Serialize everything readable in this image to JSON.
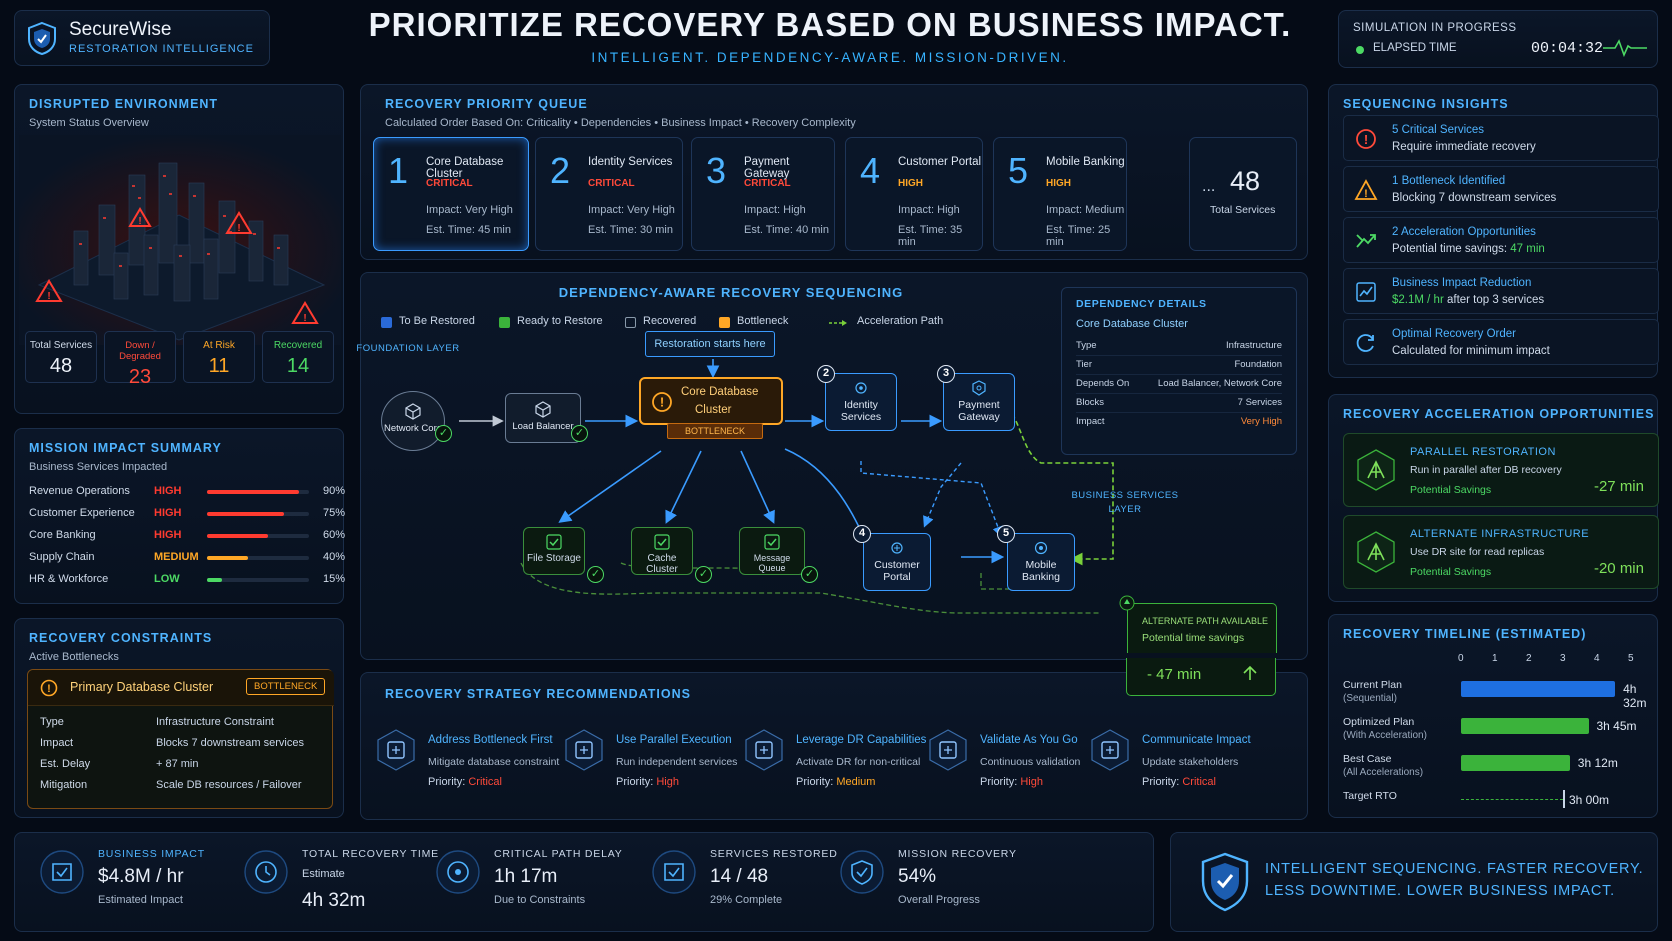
{
  "brand": {
    "name": "SecureWise",
    "tagline": "RESTORATION INTELLIGENCE"
  },
  "header": {
    "title": "PRIORITIZE RECOVERY BASED ON BUSINESS IMPACT.",
    "subtitle": "INTELLIGENT. DEPENDENCY-AWARE. MISSION-DRIVEN."
  },
  "simulation": {
    "status": "SIMULATION IN PROGRESS",
    "elapsed_label": "ELAPSED TIME",
    "elapsed": "00:04:32"
  },
  "disrupted": {
    "title": "DISRUPTED ENVIRONMENT",
    "subtitle": "System Status Overview",
    "stats": [
      {
        "label": "Total Services",
        "value": "48"
      },
      {
        "label": "Down / Degraded",
        "value": "23"
      },
      {
        "label": "At Risk",
        "value": "11"
      },
      {
        "label": "Recovered",
        "value": "14"
      }
    ]
  },
  "mission": {
    "title": "MISSION IMPACT SUMMARY",
    "subtitle": "Business Services Impacted",
    "rows": [
      {
        "name": "Revenue Operations",
        "level": "HIGH",
        "pct": "90%",
        "value": 0.9,
        "color": "#ff3b30"
      },
      {
        "name": "Customer Experience",
        "level": "HIGH",
        "pct": "75%",
        "value": 0.75,
        "color": "#ff3b30"
      },
      {
        "name": "Core Banking",
        "level": "HIGH",
        "pct": "60%",
        "value": 0.6,
        "color": "#ff3b30"
      },
      {
        "name": "Supply Chain",
        "level": "MEDIUM",
        "pct": "40%",
        "value": 0.4,
        "color": "#ffa726"
      },
      {
        "name": "HR & Workforce",
        "level": "LOW",
        "pct": "15%",
        "value": 0.15,
        "color": "#4cd964"
      }
    ]
  },
  "constraints": {
    "title": "RECOVERY CONSTRAINTS",
    "subtitle": "Active Bottlenecks",
    "item": "Primary Database Cluster",
    "badge": "BOTTLENECK",
    "rows": [
      {
        "k": "Type",
        "v": "Infrastructure Constraint"
      },
      {
        "k": "Impact",
        "v": "Blocks 7 downstream services"
      },
      {
        "k": "Est. Delay",
        "v": "+ 87 min"
      },
      {
        "k": "Mitigation",
        "v": "Scale DB resources / Failover"
      }
    ]
  },
  "queue": {
    "title": "RECOVERY PRIORITY QUEUE",
    "subtitle": "Calculated Order Based On: Criticality • Dependencies • Business Impact • Recovery Complexity",
    "items": [
      {
        "n": "1",
        "name": "Core Database Cluster",
        "level": "CRITICAL",
        "impact": "Impact: Very High",
        "time": "Est. Time: 45 min"
      },
      {
        "n": "2",
        "name": "Identity Services",
        "level": "CRITICAL",
        "impact": "Impact: Very High",
        "time": "Est. Time: 30 min"
      },
      {
        "n": "3",
        "name": "Payment Gateway",
        "level": "CRITICAL",
        "impact": "Impact: High",
        "time": "Est. Time: 40 min"
      },
      {
        "n": "4",
        "name": "Customer Portal",
        "level": "HIGH",
        "impact": "Impact: High",
        "time": "Est. Time: 35 min"
      },
      {
        "n": "5",
        "name": "Mobile Banking",
        "level": "HIGH",
        "impact": "Impact: Medium",
        "time": "Est. Time: 25 min"
      }
    ],
    "more": "...",
    "total": "48",
    "total_label": "Total Services"
  },
  "dependency": {
    "title": "DEPENDENCY-AWARE RECOVERY SEQUENCING",
    "legend": [
      "To Be Restored",
      "Ready to Restore",
      "Recovered",
      "Bottleneck",
      "Acceleration Path"
    ],
    "foundation_label": "FOUNDATION LAYER",
    "business_label": "BUSINESS SERVICES LAYER",
    "start_label": "Restoration starts here",
    "nodes": {
      "network": "Network Core",
      "lb": "Load Balancer",
      "db1": "Core Database",
      "db2": "Cluster",
      "bottleneck": "BOTTLENECK",
      "identity1": "Identity",
      "identity2": "Services",
      "payment1": "Payment",
      "payment2": "Gateway",
      "portal1": "Customer",
      "portal2": "Portal",
      "mobile1": "Mobile",
      "mobile2": "Banking",
      "storage": "File Storage",
      "cache": "Cache Cluster",
      "mq": "Message Queue"
    },
    "alt": {
      "title": "ALTERNATE PATH AVAILABLE",
      "sub": "Potential time savings",
      "value": "- 47 min"
    },
    "details": {
      "title": "DEPENDENCY DETAILS",
      "name": "Core Database Cluster",
      "rows": [
        {
          "k": "Type",
          "v": "Infrastructure"
        },
        {
          "k": "Tier",
          "v": "Foundation"
        },
        {
          "k": "Depends On",
          "v": "Load Balancer, Network Core"
        },
        {
          "k": "Blocks",
          "v": "7 Services"
        },
        {
          "k": "Impact",
          "v": "Very High"
        }
      ]
    }
  },
  "strategy": {
    "title": "RECOVERY STRATEGY RECOMMENDATIONS",
    "items": [
      {
        "a": "Address Bottleneck First",
        "b": "Mitigate database constraint",
        "c": "Priority:",
        "p": "Critical"
      },
      {
        "a": "Use Parallel Execution",
        "b": "Run independent services",
        "c": "Priority:",
        "p": "High"
      },
      {
        "a": "Leverage DR Capabilities",
        "b": "Activate DR for non-critical",
        "c": "Priority:",
        "p": "Medium"
      },
      {
        "a": "Validate As You Go",
        "b": "Continuous validation",
        "c": "Priority:",
        "p": "High"
      },
      {
        "a": "Communicate Impact",
        "b": "Update stakeholders",
        "c": "Priority:",
        "p": "Critical"
      }
    ]
  },
  "insights": {
    "title": "SEQUENCING INSIGHTS",
    "items": [
      {
        "h": "5",
        "a": " Critical Services",
        "b": "Require immediate recovery"
      },
      {
        "h": "1",
        "a": " Bottleneck Identified",
        "b": "Blocking 7 downstream services"
      },
      {
        "h": "2",
        "a": " Acceleration Opportunities",
        "b": "Potential time savings: ",
        "bh": "47 min"
      },
      {
        "h": "",
        "a": "Business Impact Reduction",
        "b": " after top 3 services",
        "bh": "$2.1M / hr"
      },
      {
        "h": "",
        "a": "Optimal Recovery Order",
        "b": "Calculated for minimum impact"
      }
    ]
  },
  "acceleration": {
    "title": "RECOVERY ACCELERATION OPPORTUNITIES",
    "items": [
      {
        "a": "PARALLEL RESTORATION",
        "b": "Run in parallel after DB recovery",
        "c": "Potential Savings",
        "v": "-27 min"
      },
      {
        "a": "ALTERNATE INFRASTRUCTURE",
        "b": "Use DR site for read replicas",
        "c": "Potential Savings",
        "v": "-20 min"
      }
    ]
  },
  "timeline": {
    "title": "RECOVERY TIMELINE (ESTIMATED)",
    "ticks": [
      "0",
      "1",
      "2",
      "3",
      "4",
      "5"
    ],
    "rows": [
      {
        "l": "Current Plan",
        "s": "(Sequential)",
        "v": "4h 32m",
        "hours": 4.533,
        "color": "#1e6fe0"
      },
      {
        "l": "Optimized Plan",
        "s": "(With Acceleration)",
        "v": "3h 45m",
        "hours": 3.75,
        "color": "#3bb33b"
      },
      {
        "l": "Best Case",
        "s": "(All Accelerations)",
        "v": "3h 12m",
        "hours": 3.2,
        "color": "#3bb33b"
      },
      {
        "l": "Target RTO",
        "s": "",
        "v": "3h 00m",
        "hours": 3.0,
        "color": "#3bb33b"
      }
    ]
  },
  "bottom": {
    "stats": [
      {
        "a": "BUSINESS IMPACT",
        "b": "$4.8M / hr",
        "c": "Estimated Impact"
      },
      {
        "a": "TOTAL RECOVERY TIME",
        "b": "4h 32m",
        "c": "Estimate"
      },
      {
        "a": "CRITICAL PATH DELAY",
        "b": "1h 17m",
        "c": "Due to Constraints"
      },
      {
        "a": "SERVICES RESTORED",
        "b": "14 / 48",
        "c": "29% Complete"
      },
      {
        "a": "MISSION RECOVERY",
        "b": "54%",
        "c": "Overall Progress"
      }
    ],
    "tagline1": "INTELLIGENT SEQUENCING. FASTER RECOVERY.",
    "tagline2": "LESS DOWNTIME. LOWER BUSINESS IMPACT."
  },
  "colors": {
    "accent": "#4fb4ff",
    "critical": "#ff4a3a",
    "high": "#ffa726",
    "ok": "#4cd964"
  }
}
